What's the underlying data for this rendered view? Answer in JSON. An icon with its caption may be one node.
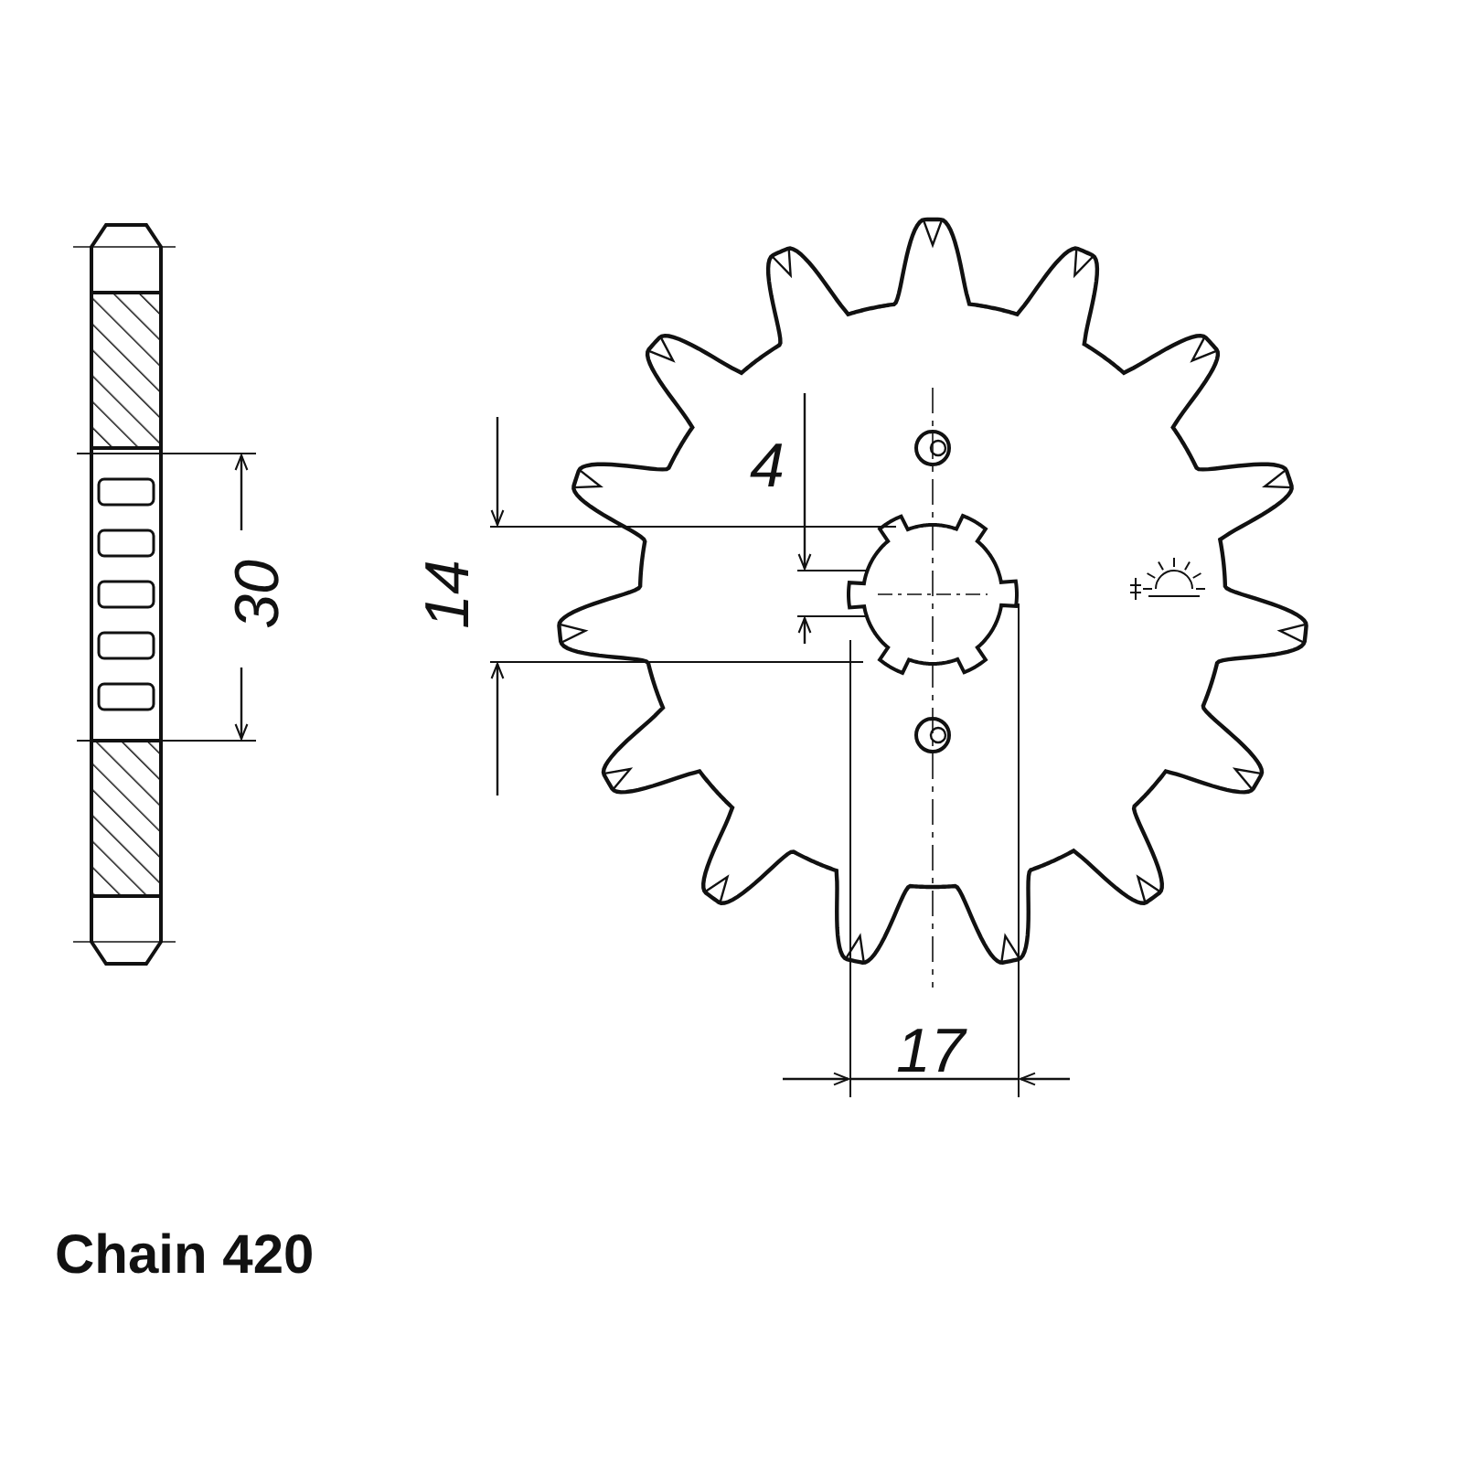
{
  "diagram": {
    "labels": [
      "4",
      "14",
      "30",
      "17",
      "Chain 420"
    ]
  }
}
